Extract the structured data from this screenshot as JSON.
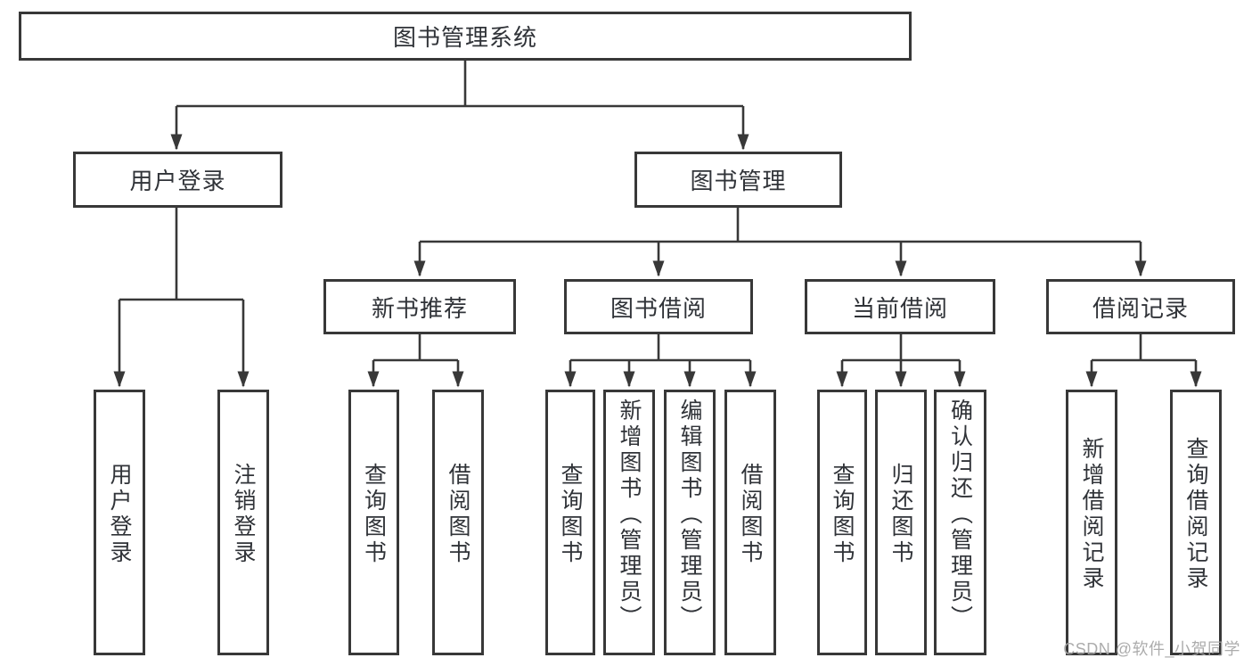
{
  "tree": {
    "label": "图书管理系统",
    "children": [
      {
        "label": "用户登录",
        "children": [
          {
            "label": "用户登录"
          },
          {
            "label": "注销登录"
          }
        ]
      },
      {
        "label": "图书管理",
        "children": [
          {
            "label": "新书推荐",
            "children": [
              {
                "label": "查询图书"
              },
              {
                "label": "借阅图书"
              }
            ]
          },
          {
            "label": "图书借阅",
            "children": [
              {
                "label": "查询图书"
              },
              {
                "label": "新增图书（管理员）"
              },
              {
                "label": "编辑图书（管理员）"
              },
              {
                "label": "借阅图书"
              }
            ]
          },
          {
            "label": "当前借阅",
            "children": [
              {
                "label": "查询图书"
              },
              {
                "label": "归还图书"
              },
              {
                "label": "确认归还（管理员）"
              }
            ]
          },
          {
            "label": "借阅记录",
            "children": [
              {
                "label": "新增借阅记录"
              },
              {
                "label": "查询借阅记录"
              }
            ]
          }
        ]
      }
    ]
  },
  "watermark": {
    "text": "CSDN @软件_小贺同学"
  },
  "colors": {
    "line": "#383838",
    "box_border": "#383838",
    "box_background": "#ffffff",
    "text": "#303338",
    "watermark_text": "#a6a6a6",
    "page_background": "#ffffff"
  }
}
